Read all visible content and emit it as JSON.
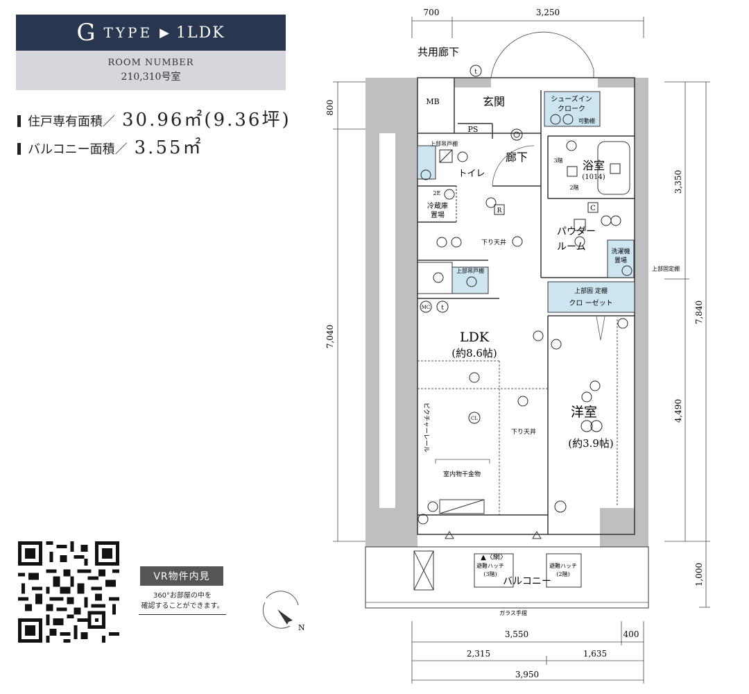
{
  "header": {
    "type_letter": "G",
    "type_word": "TYPE",
    "arrow": "▶",
    "layout": "1LDK"
  },
  "room_number": {
    "label": "ROOM NUMBER",
    "value": "210,310号室"
  },
  "areas": {
    "private_label": "住戸専有面積／",
    "private_value": "30.96㎡(9.36坪)",
    "balcony_label": "バルコニー面積／",
    "balcony_value": "3.55㎡"
  },
  "vr": {
    "badge": "VR物件内見",
    "desc_line1": "360°お部屋の中を",
    "desc_line2": "確認することができます。"
  },
  "plan": {
    "dims_top": [
      "700",
      "3,250"
    ],
    "dims_bottom_1": [
      "3,550",
      "400"
    ],
    "dims_bottom_2": [
      "2,315",
      "1,635"
    ],
    "dims_bottom_3": "3,950",
    "dims_left": [
      "800",
      "7,040"
    ],
    "dims_right_1": [
      "3,350",
      "4,490"
    ],
    "dims_right_2": "7,840",
    "dims_right_3": "1,000",
    "common_corridor": "共用廊下",
    "mb": "MB",
    "ps": "PS",
    "entrance": "玄関",
    "shoe_closet": "シューズイン\nクローク",
    "movable_shelf": "可動棚",
    "hallway": "廊下",
    "toilet": "トイレ",
    "upper_cabinet_1": "上部吊戸棚",
    "bath": "浴室",
    "bath_size": "(1014)",
    "fridge": "冷蔵庫\n置場",
    "powder_room": "パウダー\nルーム",
    "washer": "洗濯機\n置場",
    "upper_fixed_shelf": "上部固定棚",
    "down_ceiling": "下り天井",
    "upper_cabinet_2": "上部吊戸棚",
    "closet_shelf": "上部固 定棚",
    "closet": "クロ ーゼット",
    "ldk": "LDK",
    "ldk_size": "(約8.6帖)",
    "picture_rail": "ピクチャーレール",
    "drying_hardware": "室内物干金物",
    "down_ceiling_2": "下り天井",
    "western_room": "洋室",
    "western_size": "(約3.9帖)",
    "balcony": "バルコニー",
    "evac_hatch_1": "避難ハッチ\n(3階)",
    "evac_hatch_2": "避難ハッチ\n(2階)",
    "net": "▲〈網〉",
    "glass_rail": "ガラス手摺",
    "compass_n": "N",
    "floor_3": "3階",
    "floor_2": "2階",
    "icon_t": "t",
    "icon_mc": "MC",
    "icon_cl": "CL",
    "icon_r": "R",
    "icon_c": "C",
    "icon_e": "E",
    "icon_2e": "2E",
    "icon_2": "2"
  }
}
